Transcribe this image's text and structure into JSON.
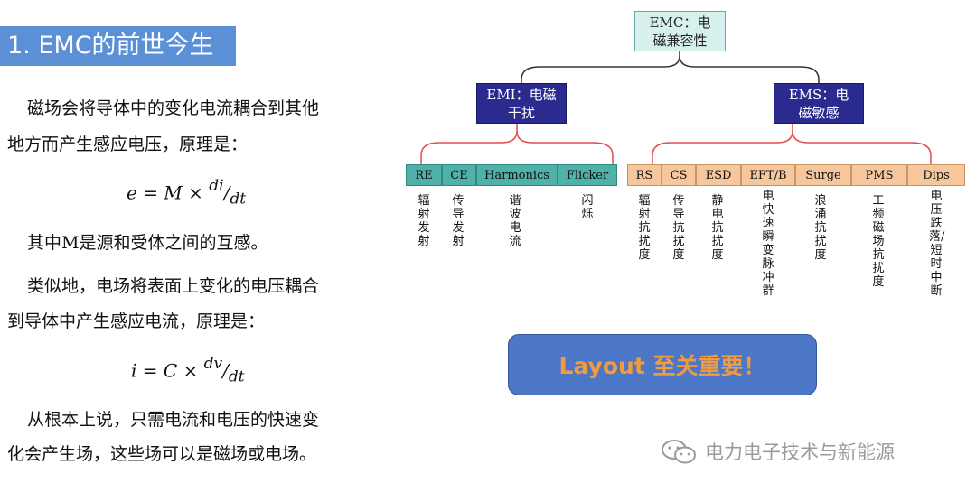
{
  "title": "1. EMC的前世今生",
  "left": {
    "para1_line1": "磁场会将导体中的变化电流耦合到其他",
    "para1_line2": "地方而产生感应电压，原理是：",
    "formula1": {
      "lhs": "e = M ×",
      "num": "di",
      "den": "dt"
    },
    "para2": "其中M是源和受体之间的互感。",
    "para3_line1": "类似地，电场将表面上变化的电压耦合",
    "para3_line2": "到导体中产生感应电流，原理是：",
    "formula2": {
      "lhs": "i = C ×",
      "num": "dv",
      "den": "dt"
    },
    "para4_line1": "从根本上说，只需电流和电压的快速变",
    "para4_line2": "化会产生场，这些场可以是磁场或电场。"
  },
  "diagram": {
    "root": {
      "line1": "EMC：电",
      "line2": "磁兼容性"
    },
    "emi": {
      "line1": "EMI：电磁",
      "line2": "干扰"
    },
    "ems": {
      "line1": "EMS：电",
      "line2": "磁敏感"
    },
    "emi_items": [
      {
        "label": "RE",
        "desc": "辐射发射"
      },
      {
        "label": "CE",
        "desc": "传导发射"
      },
      {
        "label": "Harmonics",
        "desc": "谐波电流"
      },
      {
        "label": "Flicker",
        "desc": "闪烁"
      }
    ],
    "ems_items": [
      {
        "label": "RS",
        "desc": "辐射抗扰度"
      },
      {
        "label": "CS",
        "desc": "传导抗扰度"
      },
      {
        "label": "ESD",
        "desc": "静电抗扰度"
      },
      {
        "label": "EFT/B",
        "desc": "电快速瞬变脉冲群"
      },
      {
        "label": "Surge",
        "desc": "浪涌抗扰度"
      },
      {
        "label": "PMS",
        "desc": "工频磁场抗扰度"
      },
      {
        "label": "Dips",
        "desc": "电压跌落/短时中断"
      }
    ],
    "colors": {
      "emi_cells": "#4fb1a8",
      "ems_cells": "#f6c79d",
      "emi_bracket": "#e24b4b",
      "root_bracket": "#333333"
    }
  },
  "callout": "Layout 至关重要！",
  "watermark": {
    "icon": "wechat-icon",
    "text": "电力电子技术与新能源"
  }
}
